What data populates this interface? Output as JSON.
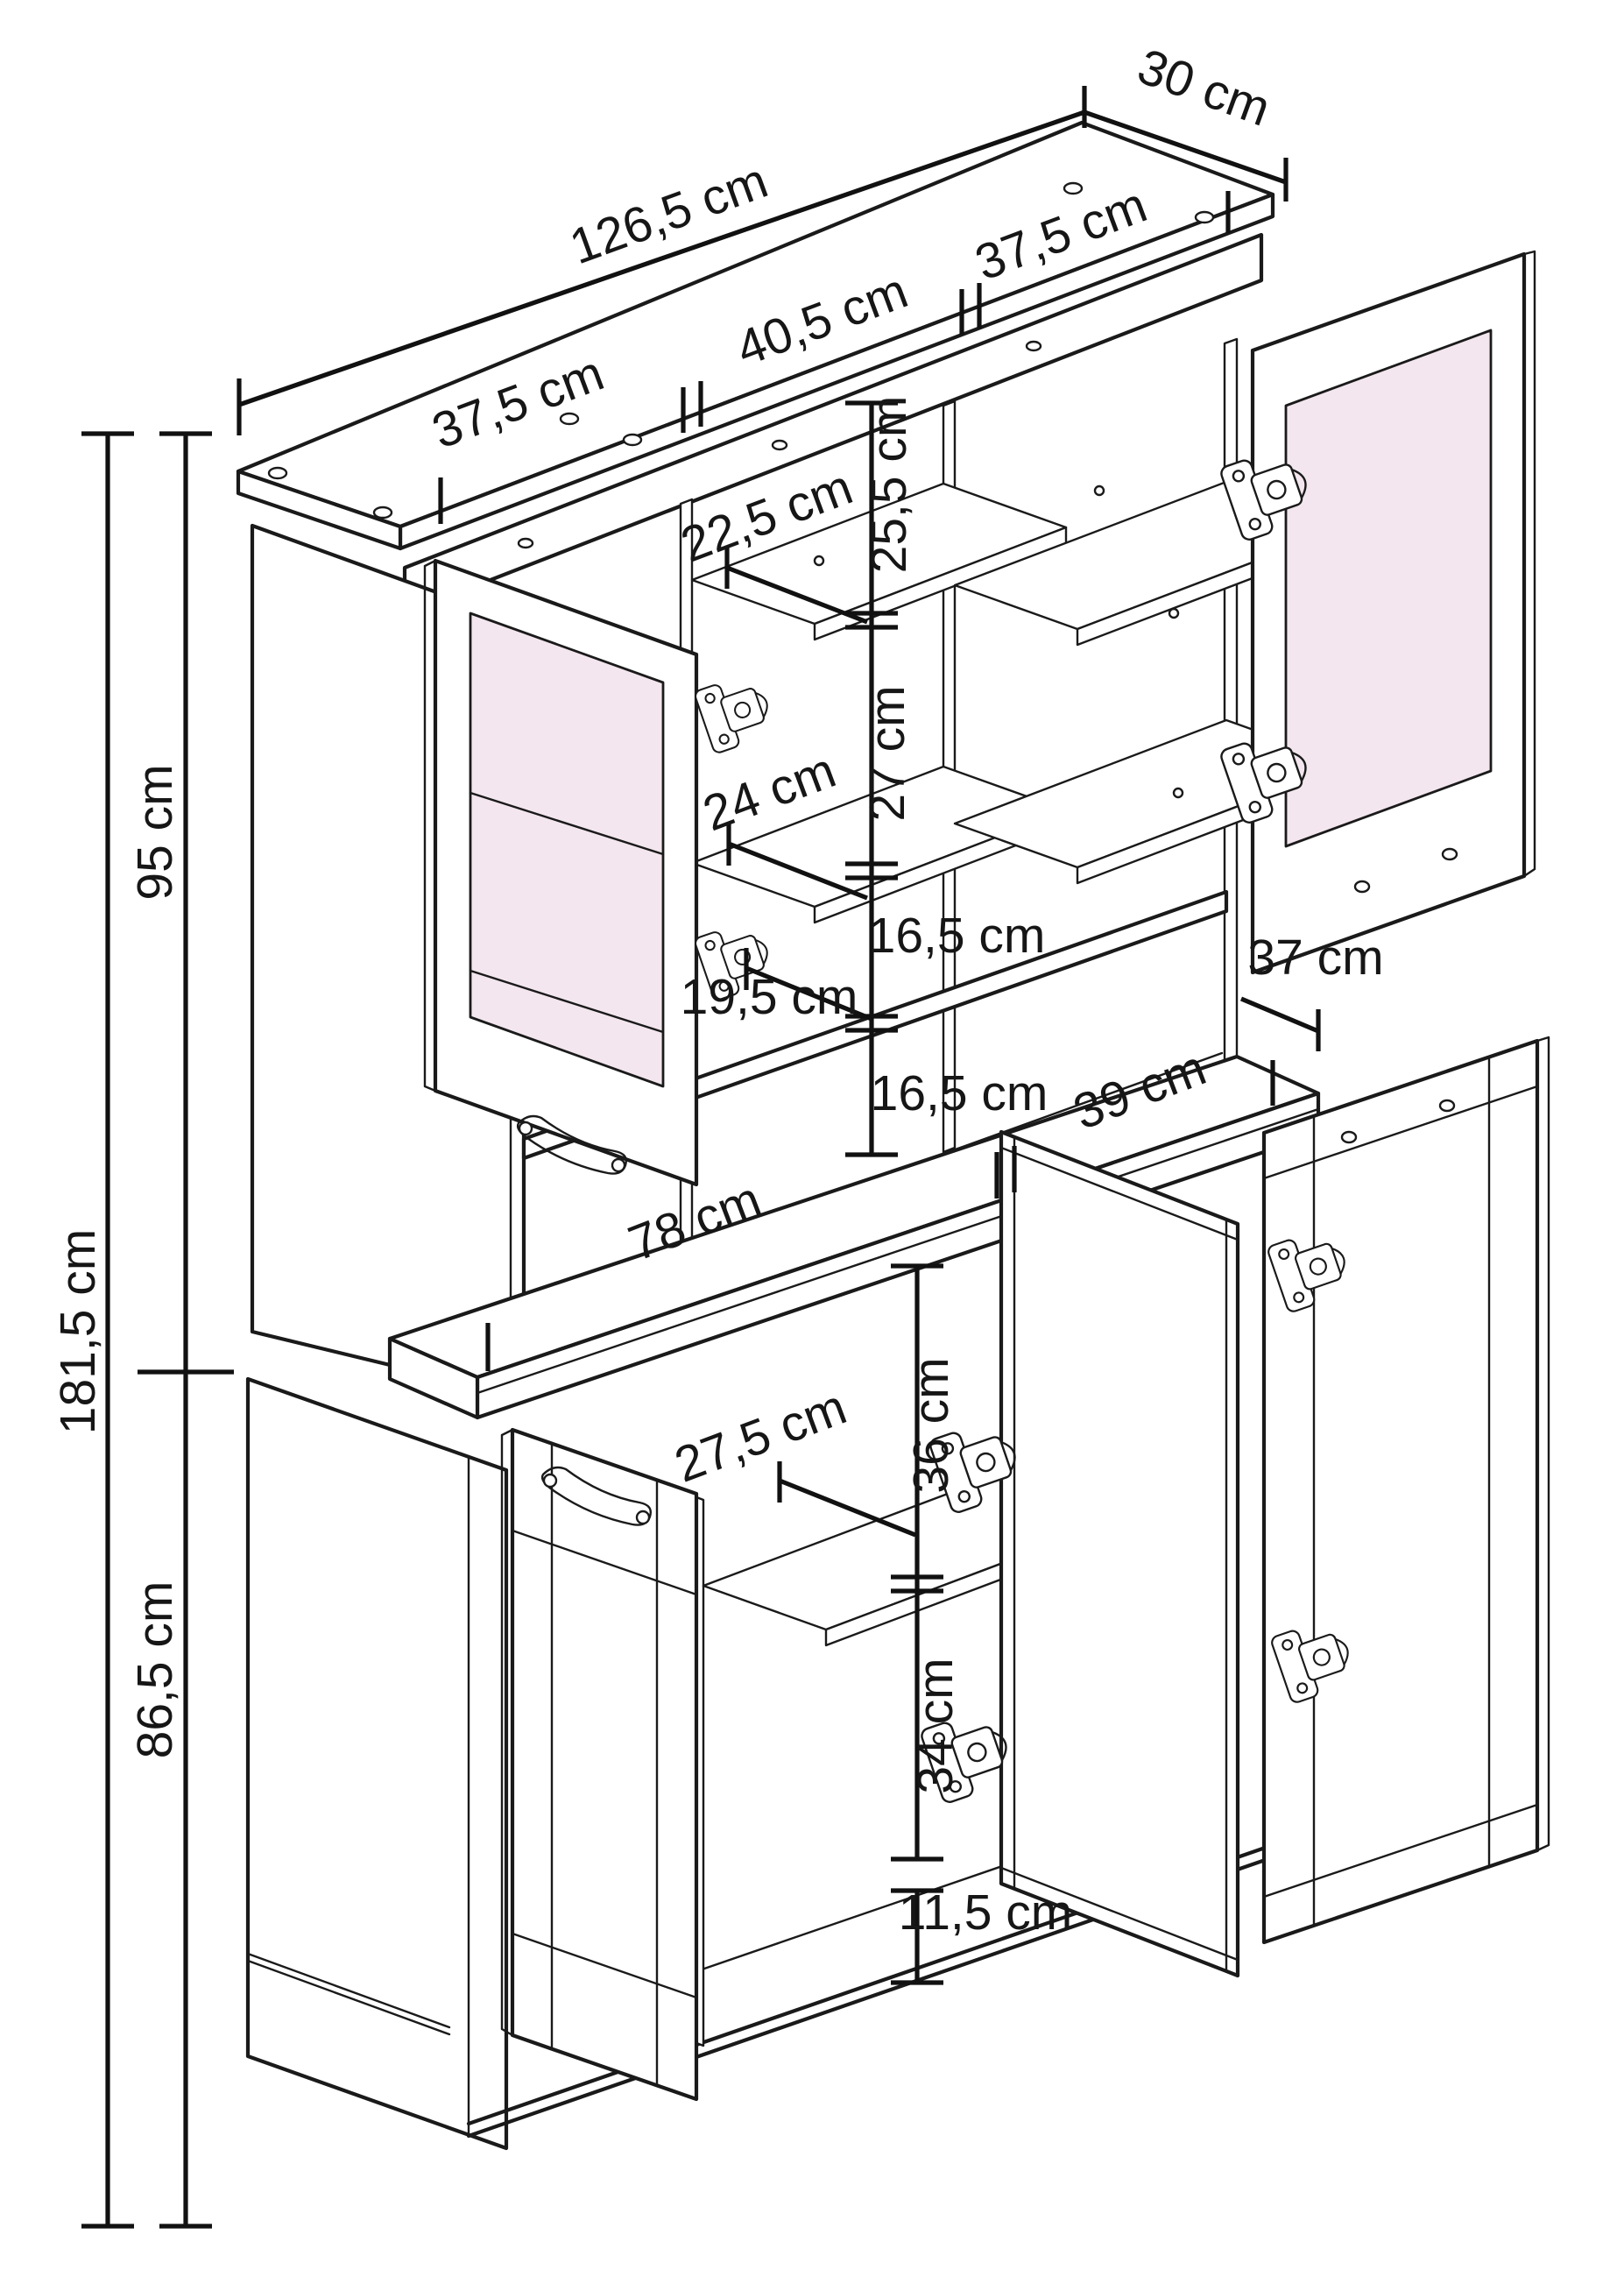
{
  "diagram": {
    "title": "cabinet-dimension-diagram",
    "unit": "cm",
    "labels": {
      "width_total": {
        "text": "126,5 cm"
      },
      "depth_top": {
        "text": "30 cm"
      },
      "top_section_left": {
        "text": "37,5 cm"
      },
      "top_section_middle": {
        "text": "40,5 cm"
      },
      "top_section_right": {
        "text": "37,5 cm"
      },
      "shelf_depth_top": {
        "text": "22,5 cm"
      },
      "gap_top": {
        "text": "25,5 cm"
      },
      "gap_middle": {
        "text": "27 cm"
      },
      "shelf_depth_mid": {
        "text": "24 cm"
      },
      "shelf_depth_low": {
        "text": "19,5 cm"
      },
      "niche_upper": {
        "text": "16,5 cm"
      },
      "niche_lower": {
        "text": "16,5 cm"
      },
      "counter_left": {
        "text": "78 cm"
      },
      "counter_right": {
        "text": "39 cm"
      },
      "depth_right": {
        "text": "37 cm"
      },
      "lower_shelf_depth": {
        "text": "27,5 cm"
      },
      "lower_gap_upper": {
        "text": "36 cm"
      },
      "lower_gap_lower": {
        "text": "34 cm"
      },
      "plinth_height": {
        "text": "11,5 cm"
      },
      "upper_height": {
        "text": "95 cm"
      },
      "lower_height": {
        "text": "86,5 cm"
      },
      "total_height": {
        "text": "181,5 cm"
      }
    }
  }
}
